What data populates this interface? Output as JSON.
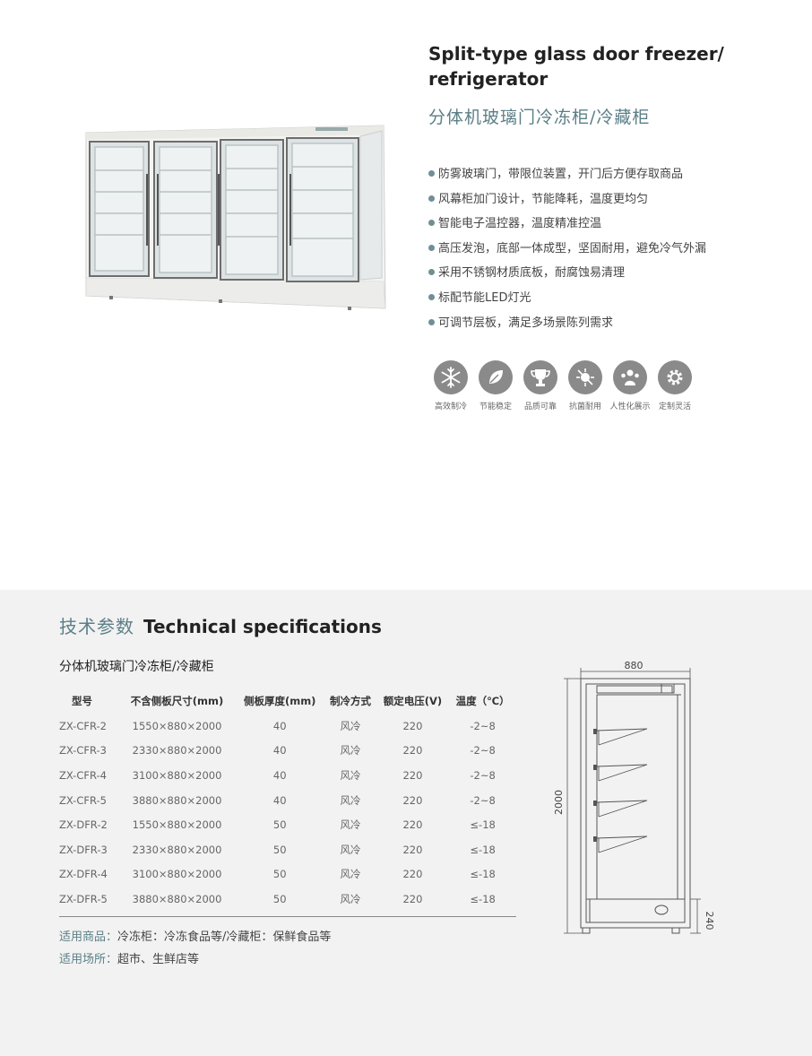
{
  "product": {
    "title_en": "Split-type glass door freezer/ refrigerator",
    "title_cn": "分体机玻璃门冷冻柜/冷藏柜"
  },
  "features": [
    "防雾玻璃门，带限位装置，开门后方便存取商品",
    "风幕柜加门设计，节能降耗，温度更均匀",
    "智能电子温控器，温度精准控温",
    "高压发泡，底部一体成型，坚固耐用，避免冷气外漏",
    "采用不锈钢材质底板，耐腐蚀易清理",
    "标配节能LED灯光",
    "可调节层板，满足多场景陈列需求"
  ],
  "badges": [
    {
      "label": "高效制冷",
      "icon": "snowflake-icon"
    },
    {
      "label": "节能稳定",
      "icon": "leaf-icon"
    },
    {
      "label": "品质可靠",
      "icon": "trophy-icon"
    },
    {
      "label": "抗菌耐用",
      "icon": "antibacterial-icon"
    },
    {
      "label": "人性化展示",
      "icon": "people-icon"
    },
    {
      "label": "定制灵活",
      "icon": "gear-icon"
    }
  ],
  "specs": {
    "heading_cn": "技术参数",
    "heading_en": "Technical specifications",
    "table_title": "分体机玻璃门冷冻柜/冷藏柜",
    "columns": [
      "型号",
      "不含侧板尺寸(mm)",
      "侧板厚度(mm)",
      "制冷方式",
      "额定电压(V)",
      "温度（℃）"
    ],
    "rows": [
      [
        "ZX-CFR-2",
        "1550×880×2000",
        "40",
        "风冷",
        "220",
        "-2~8"
      ],
      [
        "ZX-CFR-3",
        "2330×880×2000",
        "40",
        "风冷",
        "220",
        "-2~8"
      ],
      [
        "ZX-CFR-4",
        "3100×880×2000",
        "40",
        "风冷",
        "220",
        "-2~8"
      ],
      [
        "ZX-CFR-5",
        "3880×880×2000",
        "40",
        "风冷",
        "220",
        "-2~8"
      ],
      [
        "ZX-DFR-2",
        "1550×880×2000",
        "50",
        "风冷",
        "220",
        "≤-18"
      ],
      [
        "ZX-DFR-3",
        "2330×880×2000",
        "50",
        "风冷",
        "220",
        "≤-18"
      ],
      [
        "ZX-DFR-4",
        "3100×880×2000",
        "50",
        "风冷",
        "220",
        "≤-18"
      ],
      [
        "ZX-DFR-5",
        "3880×880×2000",
        "50",
        "风冷",
        "220",
        "≤-18"
      ]
    ]
  },
  "usage": {
    "goods_key": "适用商品：",
    "goods_val": "冷冻柜：冷冻食品等/冷藏柜：保鲜食品等",
    "place_key": "适用场所：",
    "place_val": "超市、生鲜店等"
  },
  "drawing": {
    "width": "880",
    "height": "2000",
    "base": "240"
  },
  "colors": {
    "accent": "#5b7f86",
    "panel_bg": "#f2f2f2",
    "badge_bg": "#8a8a8a"
  }
}
